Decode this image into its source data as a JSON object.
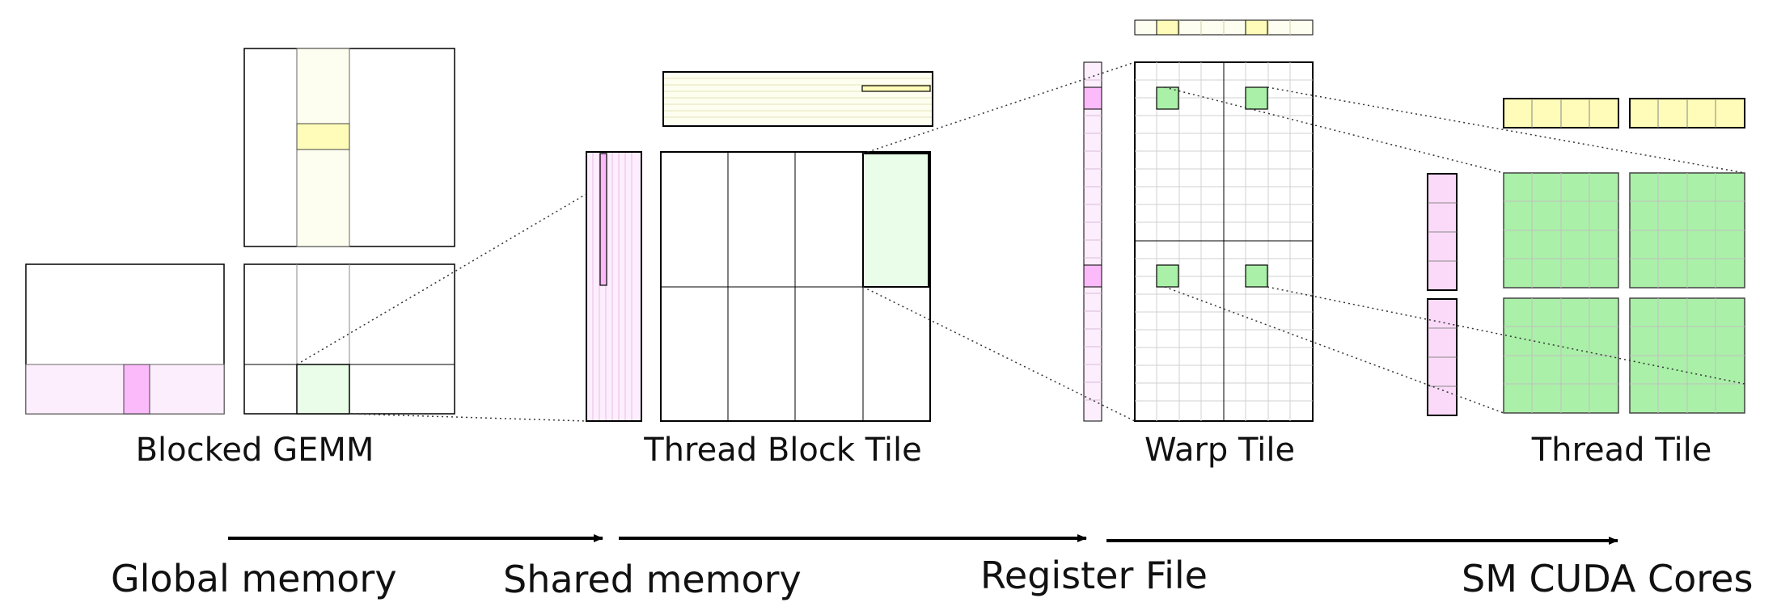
{
  "labels": {
    "blocked_gemm": "Blocked GEMM",
    "thread_block_tile": "Thread Block Tile",
    "warp_tile": "Warp Tile",
    "thread_tile": "Thread Tile"
  },
  "memory_levels": [
    "Global memory",
    "Shared memory",
    "Register File",
    "SM CUDA Cores"
  ],
  "colors": {
    "a_fill_light": "#fdeefd",
    "a_fill_strong": "#fbbaf9",
    "b_fill_light": "#fefef0",
    "b_fill_strong": "#fefcb8",
    "c_fill_light": "#e9fde9",
    "c_fill_strong": "#aaf0a8",
    "outline": "#000000",
    "grid_line": "#c8c8c8",
    "connector": "#333333"
  }
}
